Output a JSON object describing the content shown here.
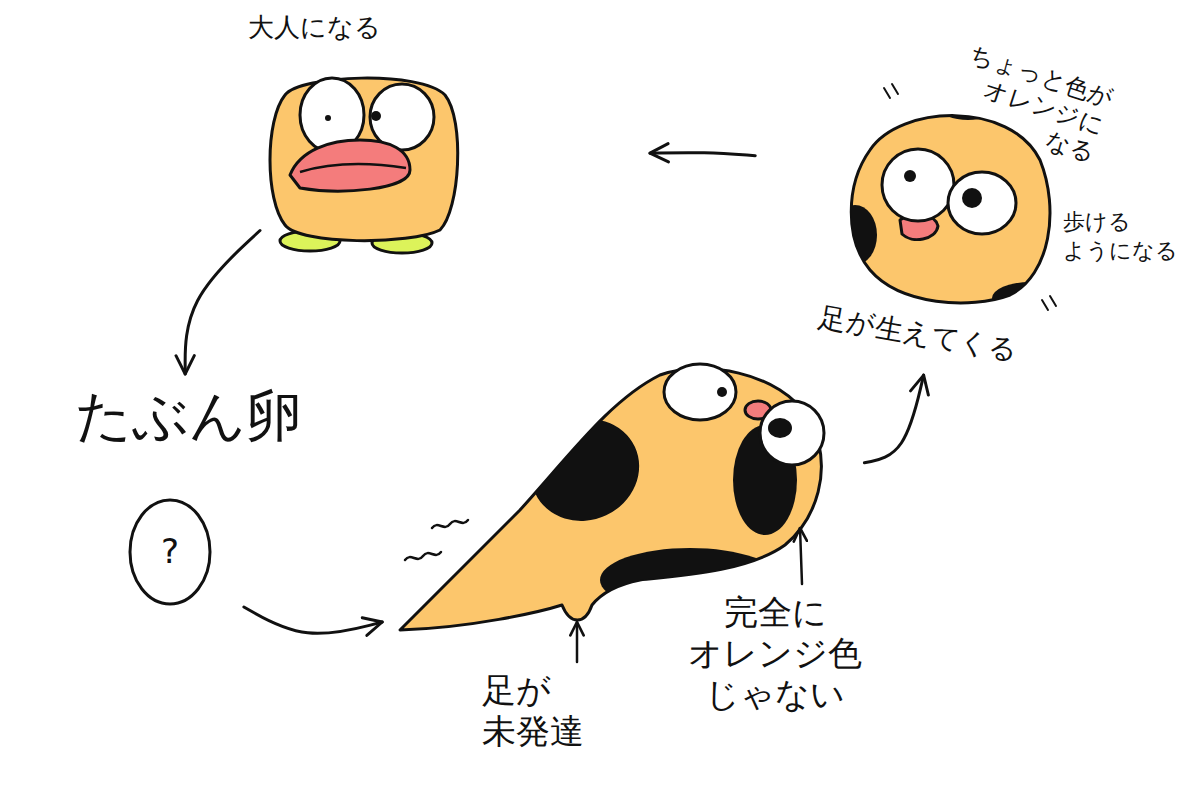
{
  "diagram": {
    "nodes": [
      {
        "text": [
          "大人になる"
        ]
      },
      {
        "text": [
          "たぶん卵",
          "?"
        ]
      },
      {
        "text": [
          "足が 未発達",
          "完全に オレンジ色 じゃない"
        ]
      },
      {
        "text": [
          "ちょっと色が オレンジに なる",
          "歩ける ようになる",
          "足が生えてくる"
        ]
      }
    ],
    "edges": [
      {
        "from": 0,
        "to": 1,
        "arrow": "to"
      },
      {
        "from": 1,
        "to": 2,
        "arrow": "to"
      },
      {
        "from": 2,
        "to": 3,
        "arrow": "to"
      },
      {
        "from": 3,
        "to": 0,
        "arrow": "to"
      }
    ]
  }
}
